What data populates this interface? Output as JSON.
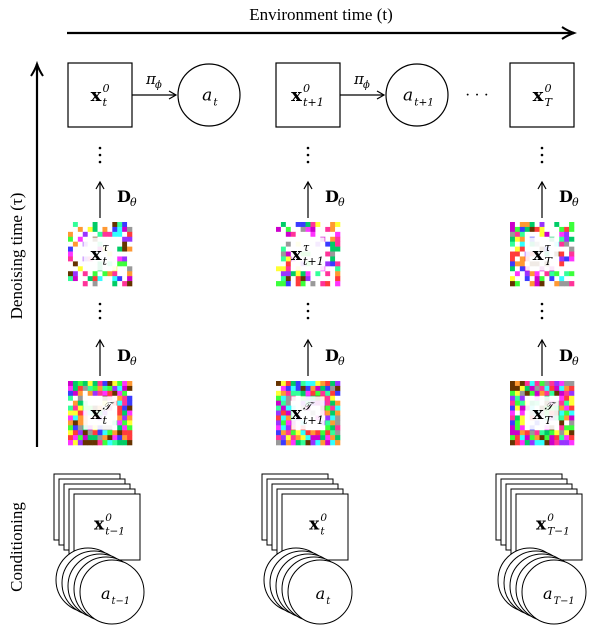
{
  "axes": {
    "environment_time_label": "Environment time (t)",
    "denoising_time_label": "Denoising time (τ)",
    "conditioning_label": "Conditioning"
  },
  "operators": {
    "policy": "π",
    "policy_sub": "ϕ",
    "denoiser": "D",
    "denoiser_sub": "θ",
    "ellipsis_h": "· · ·",
    "ellipsis_v": "⋮"
  },
  "columns": [
    {
      "id": "t",
      "clean_frame": {
        "sym": "x",
        "sup": "0",
        "sub": "t"
      },
      "action": {
        "sym": "a",
        "sub": "t"
      },
      "mid_frame": {
        "sym": "x",
        "sup": "τ",
        "sub": "t"
      },
      "noisy_frame": {
        "sym": "x",
        "sup": "𝒯",
        "sub": "t"
      },
      "cond_frame": {
        "sym": "x",
        "sup": "0",
        "sub": "t−1"
      },
      "cond_action": {
        "sym": "a",
        "sub": "t−1"
      }
    },
    {
      "id": "t+1",
      "clean_frame": {
        "sym": "x",
        "sup": "0",
        "sub": "t+1"
      },
      "action": {
        "sym": "a",
        "sub": "t+1"
      },
      "mid_frame": {
        "sym": "x",
        "sup": "τ",
        "sub": "t+1"
      },
      "noisy_frame": {
        "sym": "x",
        "sup": "𝒯",
        "sub": "t+1"
      },
      "cond_frame": {
        "sym": "x",
        "sup": "0",
        "sub": "t"
      },
      "cond_action": {
        "sym": "a",
        "sub": "t"
      }
    },
    {
      "id": "T",
      "clean_frame": {
        "sym": "x",
        "sup": "0",
        "sub": "T"
      },
      "action": null,
      "mid_frame": {
        "sym": "x",
        "sup": "τ",
        "sub": "T"
      },
      "noisy_frame": {
        "sym": "x",
        "sup": "𝒯",
        "sub": "T"
      },
      "cond_frame": {
        "sym": "x",
        "sup": "0",
        "sub": "T−1"
      },
      "cond_action": {
        "sym": "a",
        "sub": "T−1"
      }
    }
  ],
  "colors": {
    "line": "#000000",
    "noise_palette": [
      "#ff3b3b",
      "#3bff3b",
      "#3b3bff",
      "#ffff33",
      "#ff33ff",
      "#33ffff",
      "#ff9933",
      "#9933ff",
      "#33ff99",
      "#ff3399",
      "#999999",
      "#663300",
      "#00cc66",
      "#cc00cc",
      "#ffffff",
      "#ffffff",
      "#ffffff"
    ]
  }
}
